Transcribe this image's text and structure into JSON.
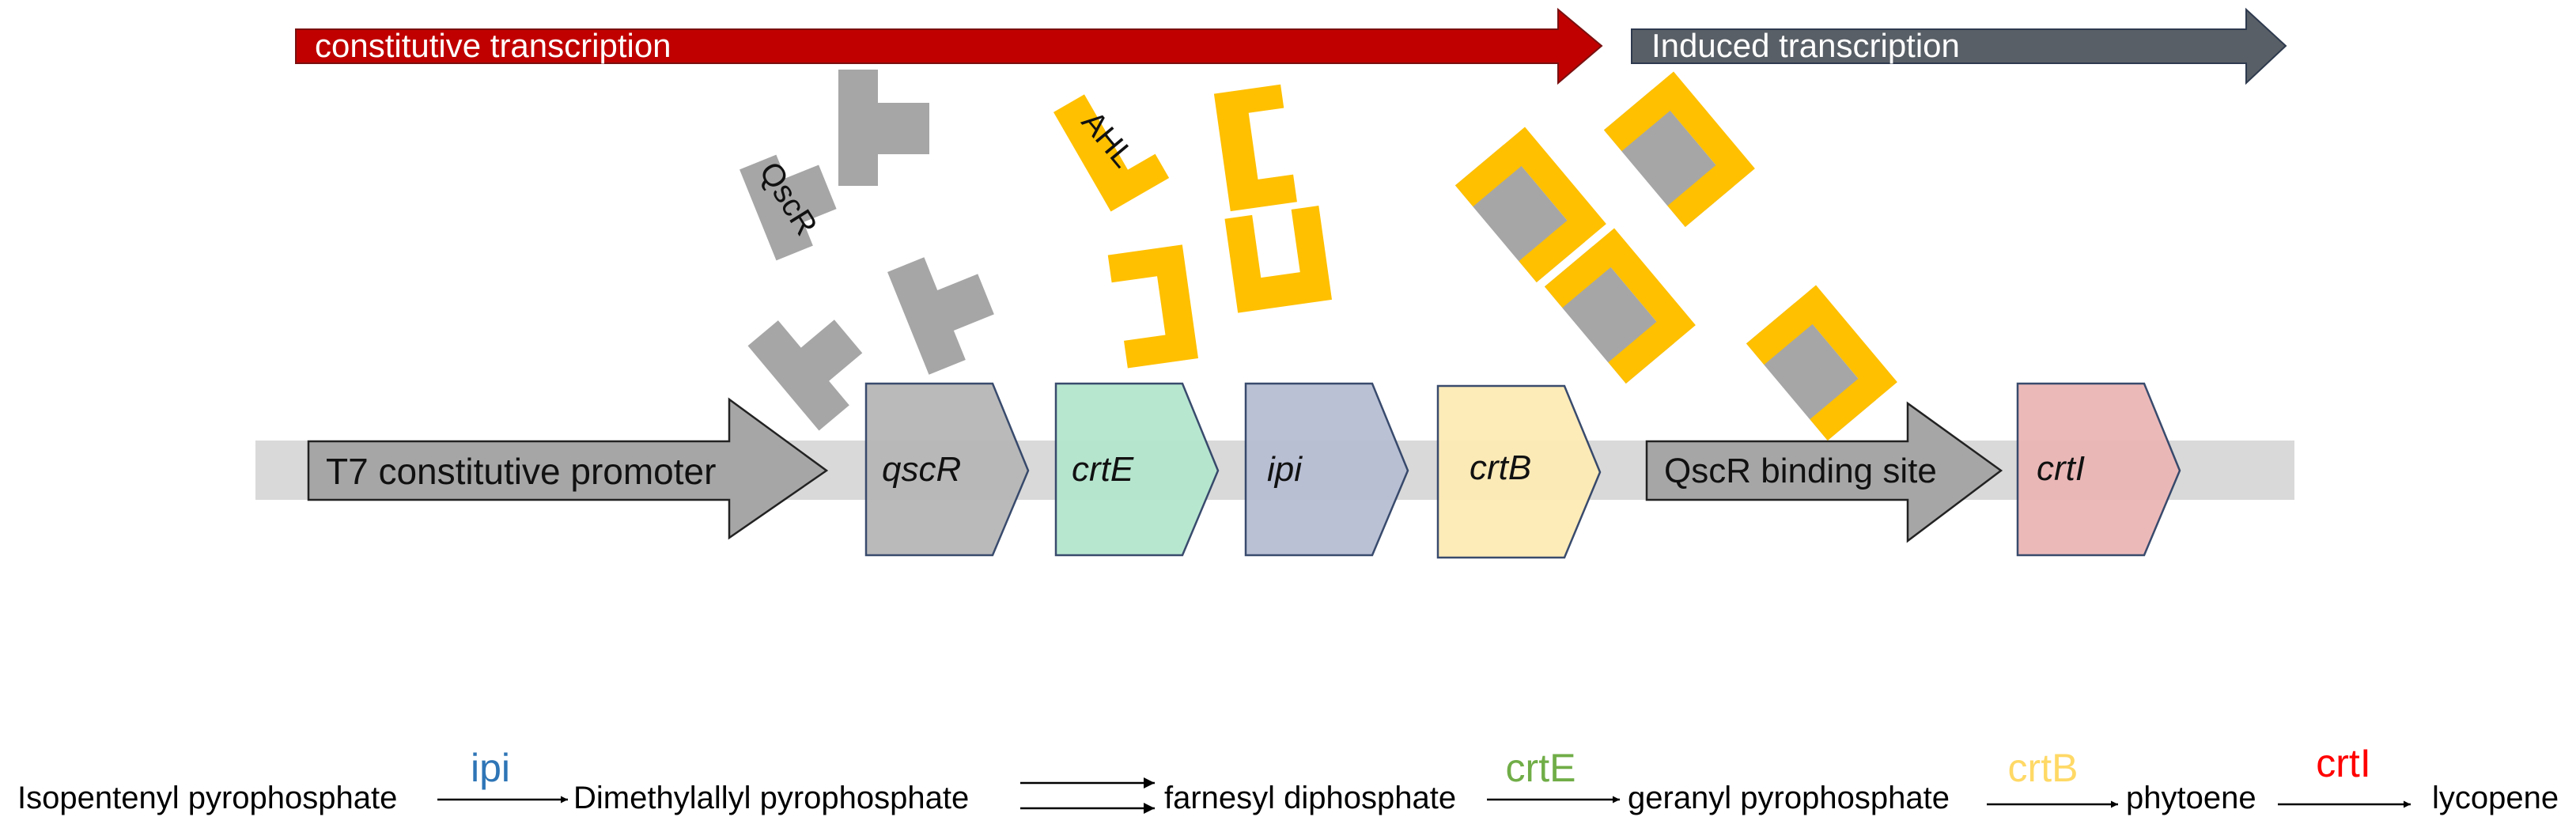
{
  "transcription": {
    "constitutive_label": "constitutive transcription",
    "induced_label": "Induced transcription",
    "constitutive_color": "#C00000",
    "induced_color": "#595F66"
  },
  "proteins": {
    "qscr_label": "QscR",
    "ahl_label": "AHL",
    "qscr_color": "#A6A6A6",
    "ahl_color": "#FFC000"
  },
  "construct": {
    "promoter_label": "T7 constitutive promoter",
    "binding_site_label": "QscR binding site",
    "genes": [
      {
        "label": "qscR",
        "color": "#B7B7B7"
      },
      {
        "label": "crtE",
        "color": "#B5E6CE"
      },
      {
        "label": "ipi",
        "color": "#B7BED3"
      },
      {
        "label": "crtB",
        "color": "#FDEAB5"
      },
      {
        "label": "crtI",
        "color": "#EBB6B6"
      }
    ]
  },
  "pathway": {
    "compounds": [
      "Isopentenyl pyrophosphate",
      "Dimethylallyl pyrophosphate",
      "farnesyl diphosphate",
      "geranyl pyrophosphate",
      "phytoene",
      "lycopene"
    ],
    "enzymes": [
      {
        "label": "ipi",
        "color": "#2E75B6"
      },
      {
        "label": "",
        "color": "#000000"
      },
      {
        "label": "crtE",
        "color": "#70AD47"
      },
      {
        "label": "crtB",
        "color": "#FFD966"
      },
      {
        "label": "crtI",
        "color": "#FF0000"
      }
    ]
  }
}
